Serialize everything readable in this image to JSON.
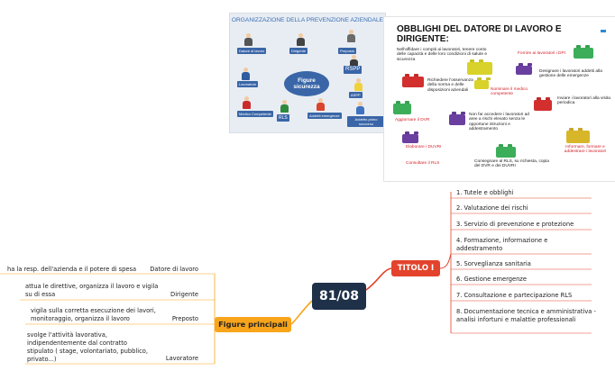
{
  "top_left_image": {
    "title": "ORGANIZZAZIONE DELLA PREVENZIONE AZIENDALE",
    "center_label": "Figure sicurezza",
    "roles": [
      "Datore di lavoro",
      "Dirigente",
      "Preposto",
      "RSPP",
      "Lavoratore",
      "ASPP",
      "Medico Competente",
      "RLS",
      "Addetti emergenze",
      "Addetto primo soccorso"
    ]
  },
  "top_right_image": {
    "title": "OBBLIGHI DEL DATORE DI LAVORO E DIRIGENTE:",
    "items": [
      "Nell'affidare i compiti ai lavoratori, tenere conto delle capacità e delle loro condizioni di salute e sicurezza",
      "Fornire ai lavoratori i DPI",
      "Designare i lavoratori addetti alla gestione delle emergenze",
      "Richiedere l'osservanza della norma e delle disposizioni aziendali",
      "Nominare il medico competente",
      "Inviare i lavoratori alla visita periodica",
      "Aggiornare il DVR",
      "Non far accedere i lavoratori ad aree a rischi elevato senza le opportune istruzioni e addestramento",
      "Elaborare i DUVRI",
      "Informare, formare e addestrare i lavoratori",
      "Consultare il RLS",
      "Consegnare al RLS, su richiesta, copia del DVR e dei DUVRI"
    ]
  },
  "mindmap": {
    "center": "81/08",
    "titolo": {
      "label": "TITOLO I",
      "items": [
        "1.  Tutele  e obblighi",
        "2. Valutazione dei rischi",
        "3. Servizio di prevenzione e protezione",
        "4. Formazione, informazione e addestramento",
        "5. Sorveglianza sanitaria",
        "6. Gestione emergenze",
        "7. Consultazione e partecipazione RLS",
        "8. Documentazione tecnica e amministrativa - analisi infortuni e malattie professionali"
      ]
    },
    "figure": {
      "label": "Figure principali",
      "items": [
        {
          "role": "Datore di lavoro",
          "desc": "ha la resp. dell'azienda e il potere di spesa"
        },
        {
          "role": "Dirigente",
          "desc": "attua le direttive, organizza il lavoro e vigila su di essa"
        },
        {
          "role": "Preposto",
          "desc": "vigila sulla corretta esecuzione dei lavori, monitoraggio, organizza il lavoro"
        },
        {
          "role": "Lavoratore",
          "desc": "svolge l'attività lavorativa, indipendentemente dal contratto stipulato ( stage, volontariato, pubblico, privato...)"
        }
      ]
    }
  },
  "colors": {
    "center": "#1f3049",
    "titolo": "#e3432c",
    "figure": "#f8a51c",
    "titolo_lines": "#e3432c",
    "figure_lines": "#f8a51c"
  }
}
